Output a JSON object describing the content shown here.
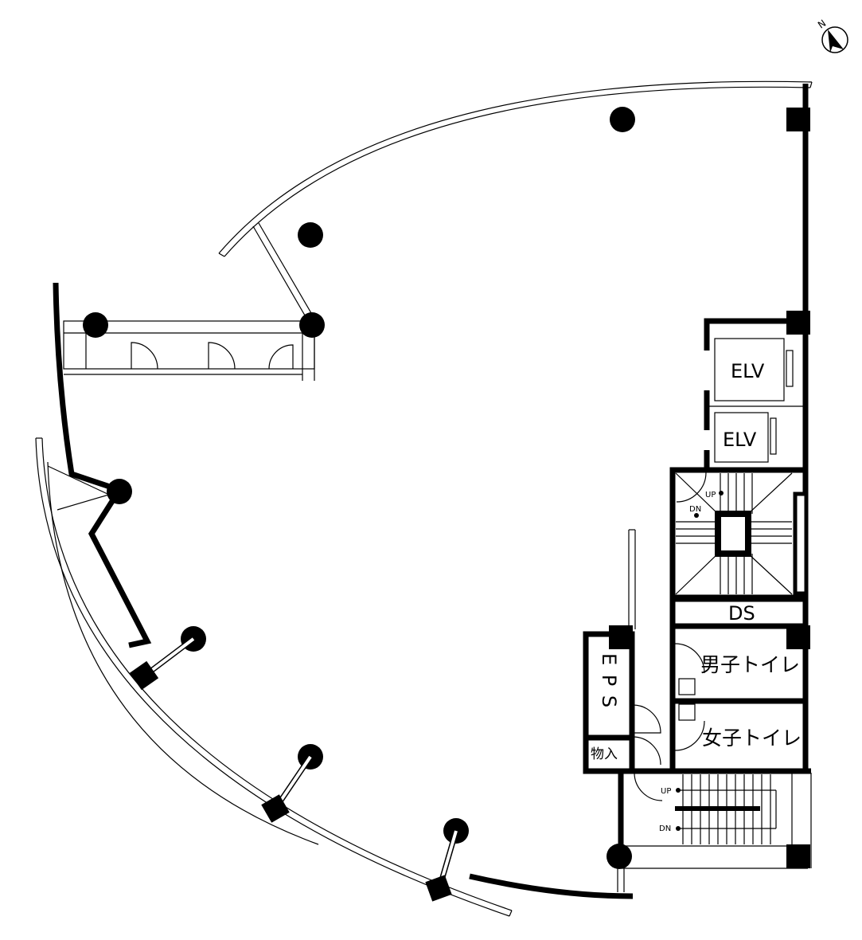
{
  "compass": {
    "north_label": "N"
  },
  "rooms": {
    "elevator_1": "ELV",
    "elevator_2": "ELV",
    "duct_space": "DS",
    "mens_toilet": "男子トイレ",
    "womens_toilet": "女子トイレ",
    "eps": "E P S",
    "storage": "物入"
  },
  "stairs": {
    "north": {
      "up": "UP",
      "down": "DN"
    },
    "south": {
      "up": "UP",
      "down": "DN"
    }
  }
}
